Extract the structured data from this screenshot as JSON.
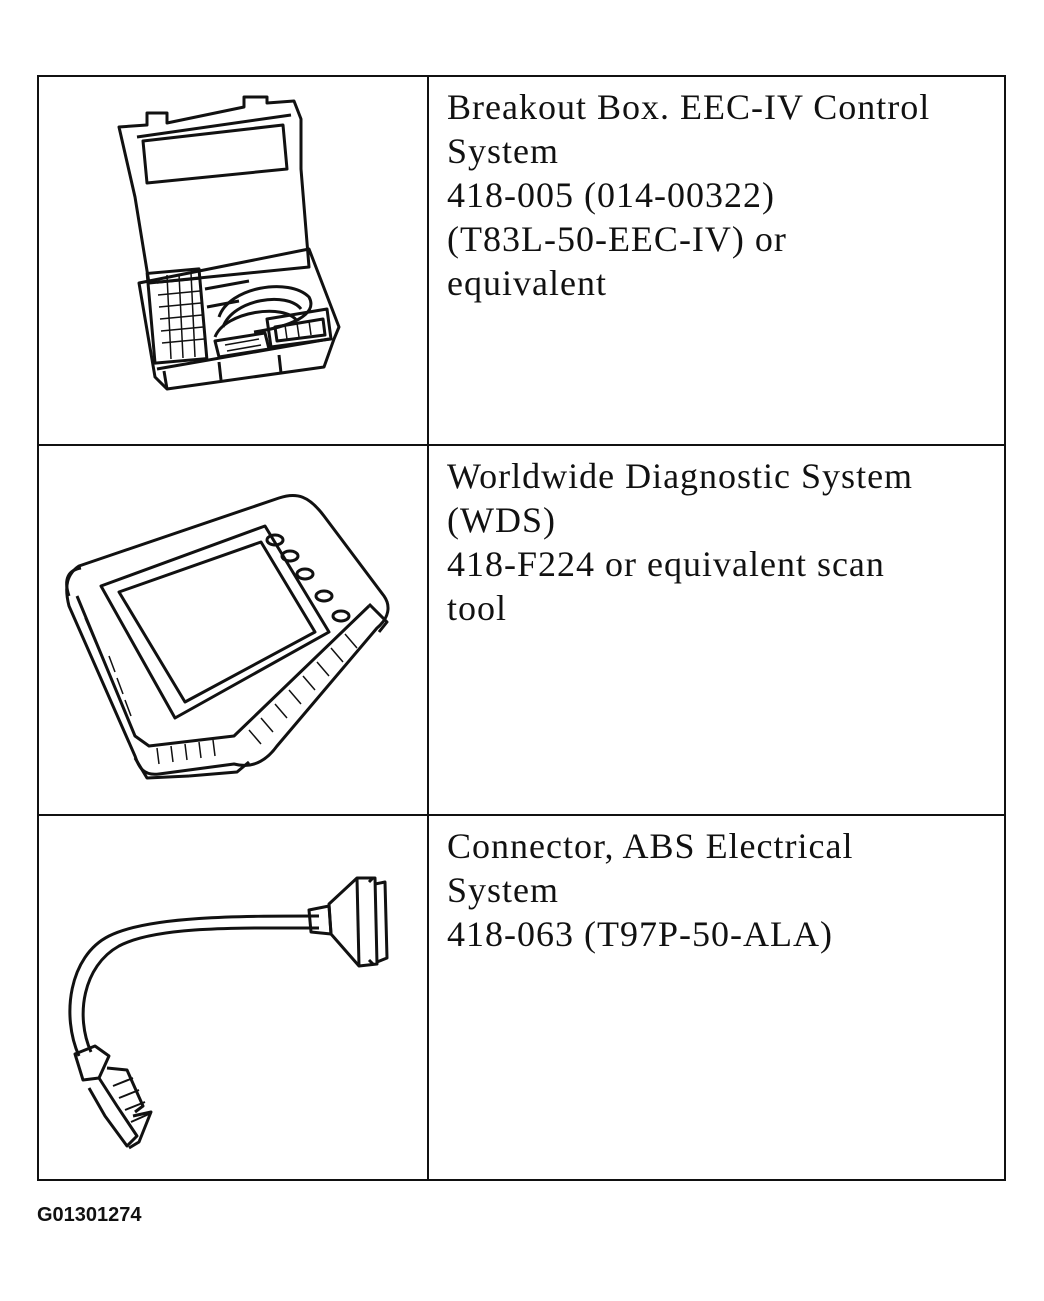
{
  "tools": [
    {
      "icon": "breakout-box-case-icon",
      "lines": [
        "Breakout Box. EEC-IV Control",
        "System",
        "418-005 (014-00322)",
        "(T83L-50-EEC-IV) or",
        "equivalent"
      ]
    },
    {
      "icon": "scan-tool-tablet-icon",
      "lines": [
        "Worldwide Diagnostic System",
        "(WDS)",
        "418-F224 or equivalent scan",
        "tool"
      ]
    },
    {
      "icon": "cable-connector-icon",
      "lines": [
        "Connector, ABS Electrical",
        "System",
        "418-063 (T97P-50-ALA)"
      ]
    }
  ],
  "figure_code": "G01301274"
}
